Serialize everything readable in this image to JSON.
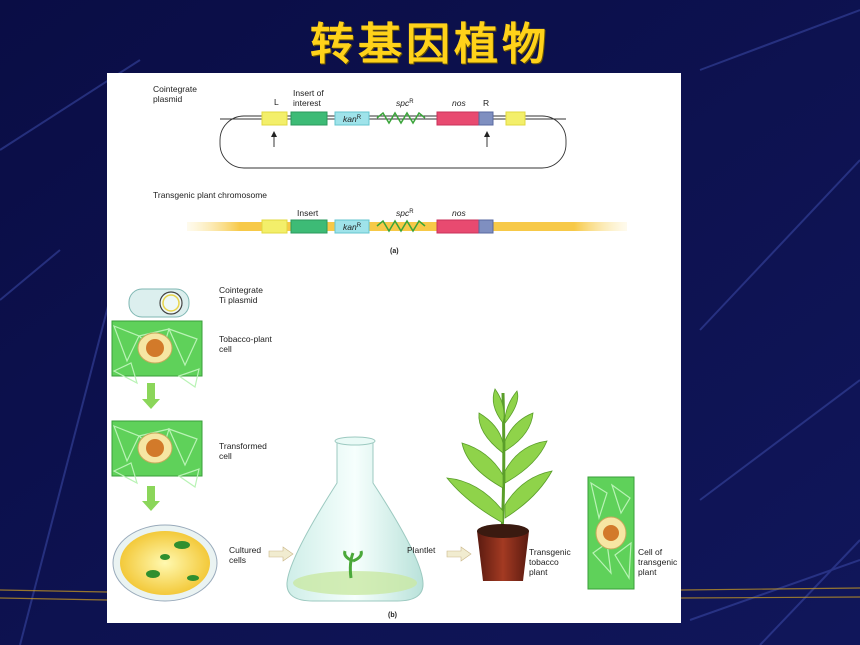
{
  "slide": {
    "title": "转基因植物"
  },
  "panel_a": {
    "cointegrate_label": [
      "Cointegrate",
      "plasmid"
    ],
    "L": "L",
    "R": "R",
    "insert_of_interest": [
      "Insert of",
      "interest"
    ],
    "kan": "kan",
    "spc": "spc",
    "superscript": "R",
    "nos": "nos",
    "chromosome_label": "Transgenic plant chromosome",
    "insert": "Insert",
    "caption": "(a)"
  },
  "panel_b": {
    "ti_plasmid": [
      "Cointegrate",
      "Ti plasmid"
    ],
    "tobacco_cell": [
      "Tobacco-plant",
      "cell"
    ],
    "transformed_cell": [
      "Transformed",
      "cell"
    ],
    "cultured_cells": [
      "Cultured",
      "cells"
    ],
    "plantlet": "Plantlet",
    "transgenic_plant": [
      "Transgenic",
      "tobacco",
      "plant"
    ],
    "cell_of_transgenic": [
      "Cell of",
      "transgenic",
      "plant"
    ],
    "caption": "(b)"
  },
  "colors": {
    "background": "#0b0f4a",
    "title": "#ffd21a",
    "L_R_border": "#f3ef6a",
    "insert": "#3dbb76",
    "kan": "#9fe3ea",
    "spc": "#3aa43a",
    "nos": "#e84a70",
    "R": "#7f8fc0",
    "chromosome": "#f7c948",
    "cell": "#5fd15a"
  }
}
